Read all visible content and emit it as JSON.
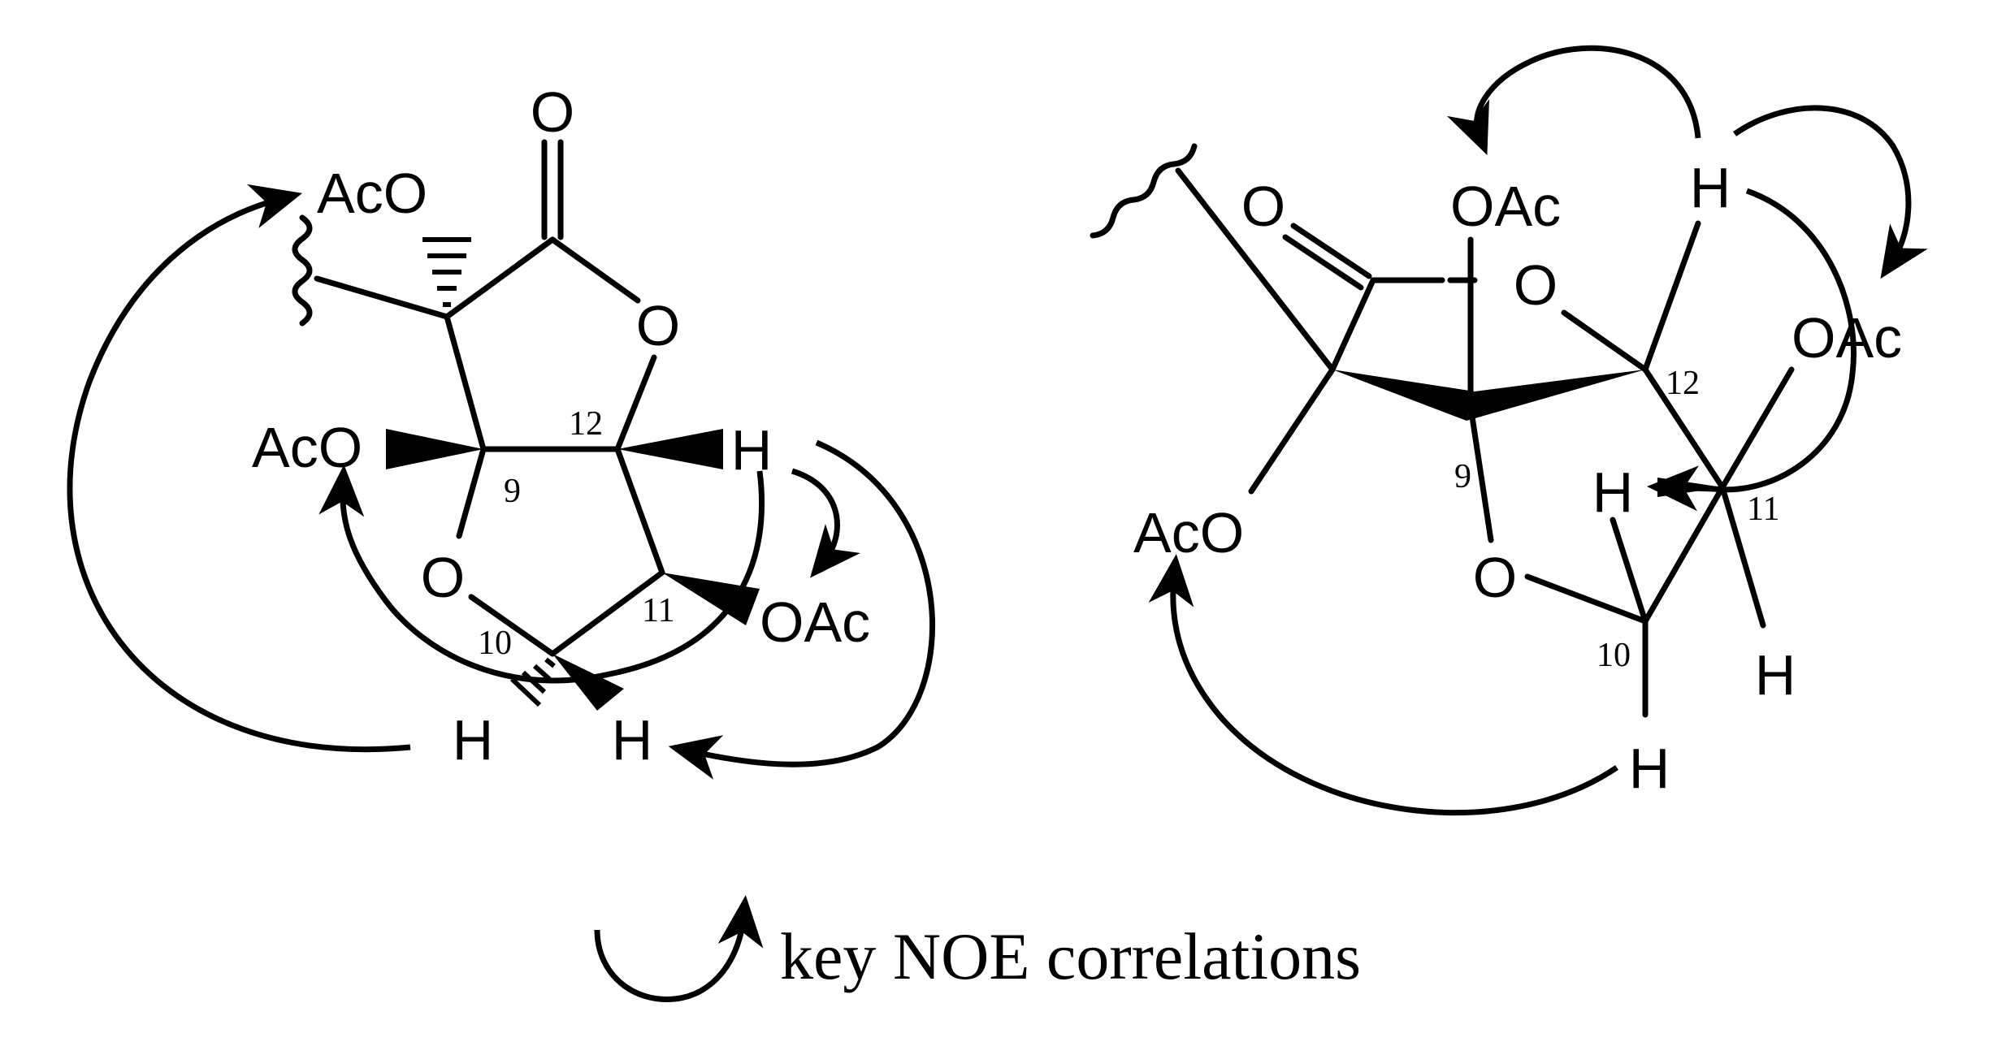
{
  "left_structure": {
    "labels": {
      "carbonyl_o": "O",
      "ring_o_right": "O",
      "ring_o_left": "O",
      "aco_top": "AcO",
      "aco_left": "AcO",
      "oac_right": "OAc",
      "h12": "H",
      "h10a": "H",
      "h10b": "H"
    },
    "numbers": {
      "c9": "9",
      "c10": "10",
      "c11": "11",
      "c12": "12"
    }
  },
  "right_structure": {
    "labels": {
      "carbonyl_o": "O",
      "ring_o_top": "O",
      "ring_o_bottom": "O",
      "oac_top": "OAc",
      "oac_right": "OAc",
      "aco_left": "AcO",
      "h12": "H",
      "h11": "H",
      "h11b": "H",
      "h10": "H"
    },
    "numbers": {
      "c9": "9",
      "c10": "10",
      "c11": "11",
      "c12": "12"
    }
  },
  "legend": {
    "text": "key NOE correlations"
  }
}
